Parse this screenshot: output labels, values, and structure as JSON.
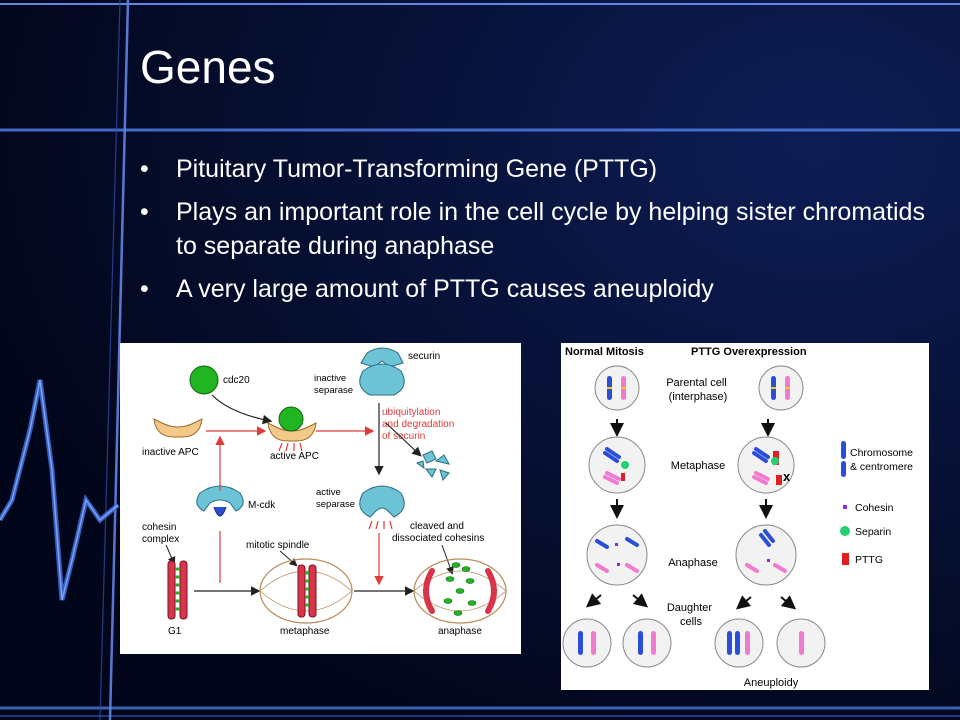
{
  "slide": {
    "title": "Genes",
    "bullet_symbol": "•",
    "bullets": [
      "Pituitary Tumor-Transforming Gene (PTTG)",
      "Plays an important role in the cell cycle by helping sister chromatids to separate during anaphase",
      "A very large amount of PTTG causes aneuploidy"
    ]
  },
  "figure_left": {
    "cdc20": "cdc20",
    "securin": "securin",
    "inactive_separase": [
      "inactive",
      "separase"
    ],
    "ubiquitylation": [
      "ubiquitylation",
      "and degradation",
      "of securin"
    ],
    "inactive_apc": "inactive APC",
    "active_apc": "active APC",
    "m_cdk": "M-cdk",
    "active_separase": [
      "active",
      "separase"
    ],
    "cohesin_complex": [
      "cohesin",
      "complex"
    ],
    "mitotic_spindle": "mitotic spindle",
    "cleaved_cohesins": [
      "cleaved and",
      "dissociated cohesins"
    ],
    "g1": "G1",
    "metaphase": "metaphase",
    "anaphase": "anaphase"
  },
  "figure_right": {
    "normal_mitosis": "Normal Mitosis",
    "pttg_overexpression": "PTTG Overexpression",
    "parental_cell": [
      "Parental cell",
      "(interphase)"
    ],
    "metaphase": "Metaphase",
    "anaphase": "Anaphase",
    "daughter_cells": [
      "Daughter",
      "cells"
    ],
    "aneuploidy": "Aneuploidy",
    "legend": {
      "chromosome": [
        "Chromosome",
        "& centromere"
      ],
      "cohesin": "Cohesin",
      "separin": "Separin",
      "pttg": "PTTG"
    },
    "block_mark": "x"
  },
  "colors": {
    "background": "#040a26",
    "accent": "#3a6fd8",
    "apc": "#f3c98a",
    "cdc20": "#22b522",
    "separase": "#6cc4d6",
    "arrow_red": "#e03a3a",
    "chromosome_blue": "#2a4ed8",
    "chromosome_pink": "#f07ad0",
    "separin_green": "#22d070",
    "cohesin_purple": "#8a2be2",
    "pttg_red": "#e02020"
  }
}
